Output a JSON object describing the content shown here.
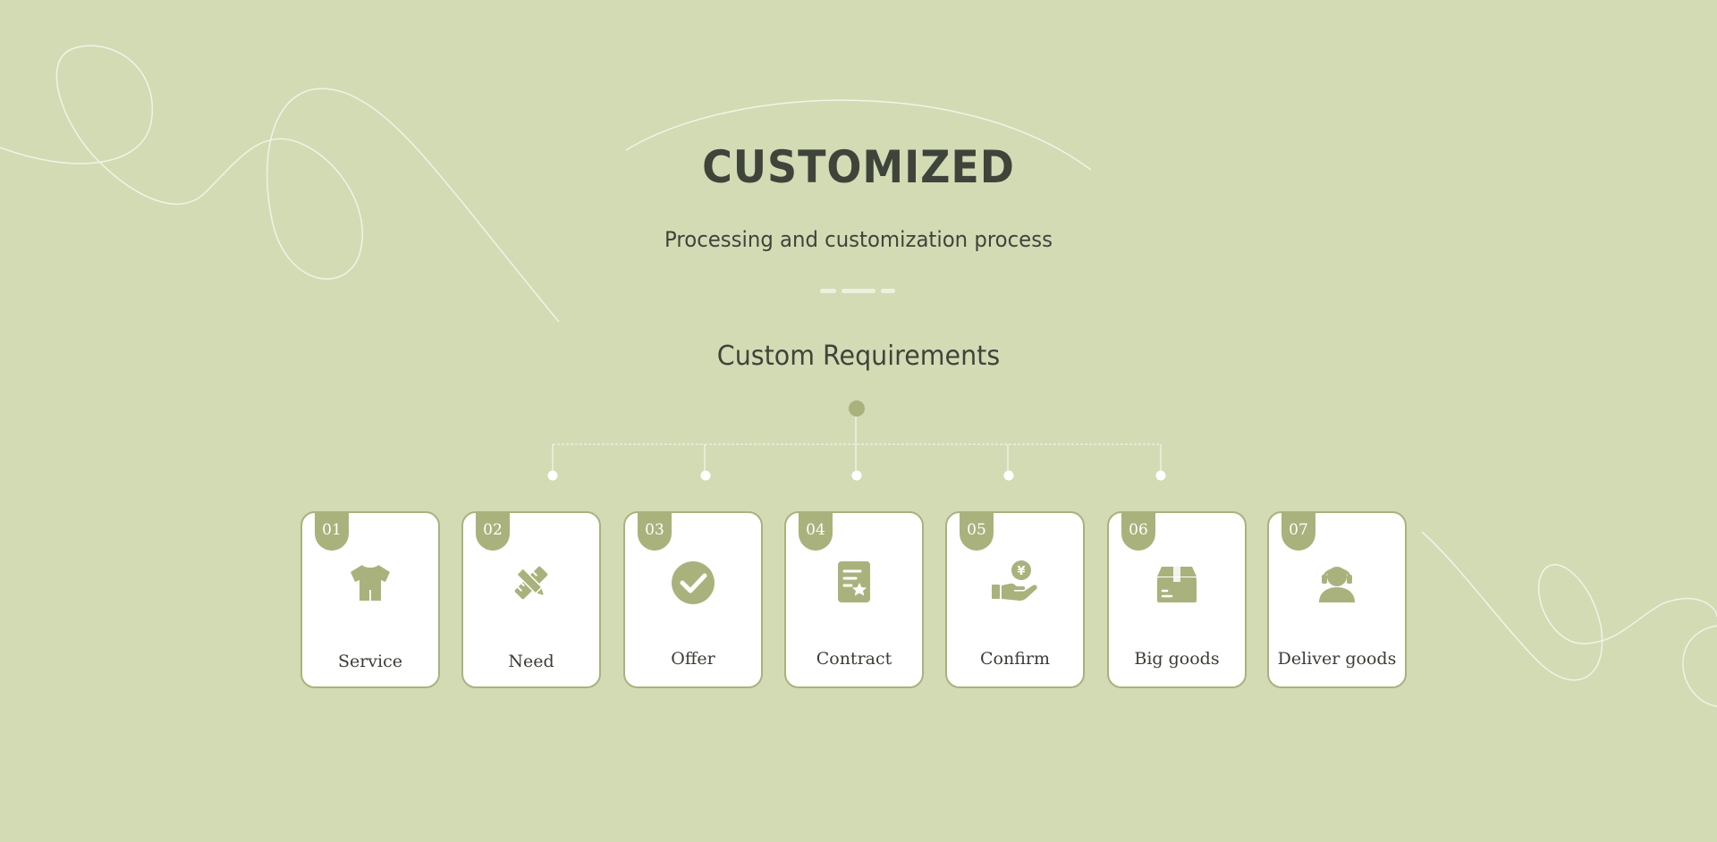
{
  "header": {
    "title": "CUSTOMIZED",
    "subtitle": "Processing and customization process"
  },
  "section": {
    "title": "Custom Requirements"
  },
  "steps": [
    {
      "number": "01",
      "label": "Service",
      "icon": "shirt-icon"
    },
    {
      "number": "02",
      "label": "Need",
      "icon": "pencil-ruler-icon"
    },
    {
      "number": "03",
      "label": "Offer",
      "icon": "check-circle-icon"
    },
    {
      "number": "04",
      "label": "Contract",
      "icon": "document-star-icon"
    },
    {
      "number": "05",
      "label": "Confirm",
      "icon": "hand-coin-icon"
    },
    {
      "number": "06",
      "label": "Big goods",
      "icon": "box-icon"
    },
    {
      "number": "07",
      "label": "Deliver goods",
      "icon": "headset-person-icon"
    }
  ],
  "colors": {
    "background": "#d3dbb5",
    "accent": "#a9b27c",
    "text": "#3f443a",
    "card": "#ffffff"
  }
}
